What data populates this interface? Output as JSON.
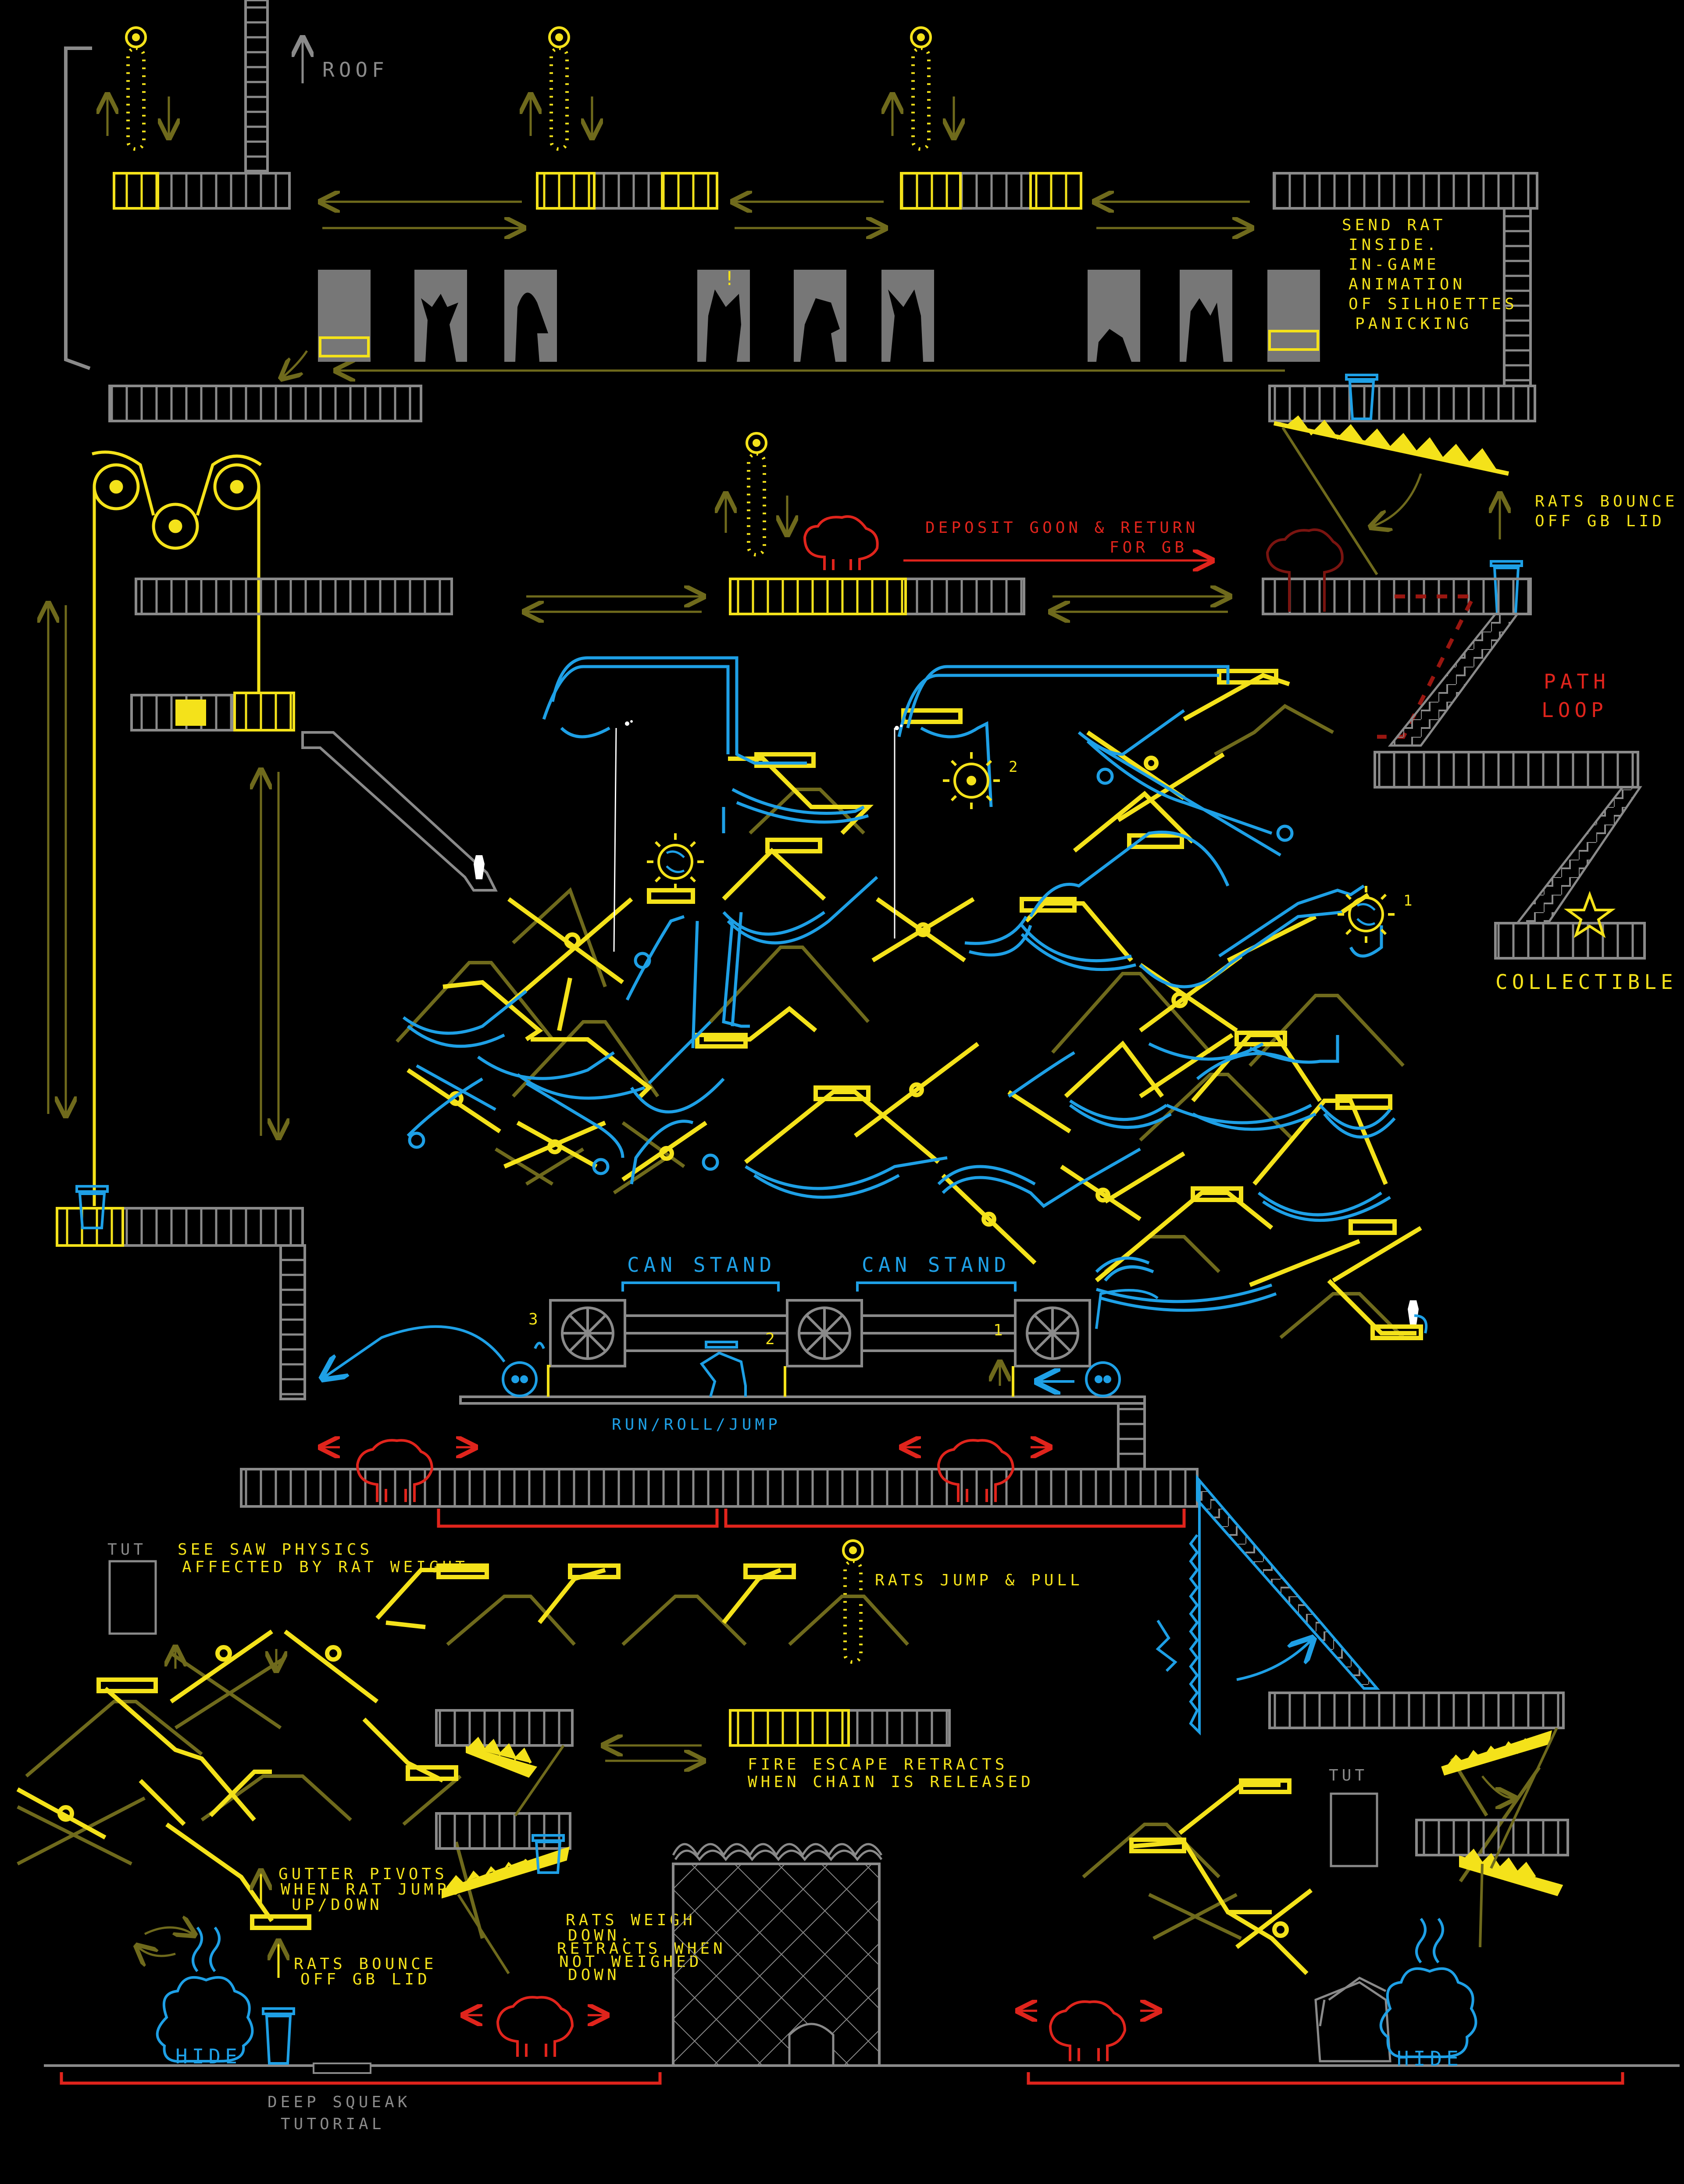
{
  "palette": {
    "background": "#000000",
    "grey_structure": "#8a8a8a",
    "yellow_platform": "#f4e21a",
    "dim_yellow": "#6f6a1c",
    "cyan_path": "#1ea0e6",
    "red_enemy": "#e0241c",
    "white": "#ffffff"
  },
  "labels": {
    "roof": "ROOF",
    "send_rat": [
      "SEND RAT",
      "INSIDE.",
      "IN-GAME",
      "ANIMATION",
      "OF SILHOETTES",
      "PANICKING"
    ],
    "deposit_goon": [
      "DEPOSIT GOON & RETURN",
      "FOR GB"
    ],
    "rats_bounce_top": [
      "RATS BOUNCE",
      "OFF GB LID"
    ],
    "path_loop": [
      "PATH",
      "LOOP"
    ],
    "collectible": "COLLECTIBLE",
    "can_stand_left": "CAN STAND",
    "can_stand_right": "CAN STAND",
    "run_roll_jump": "RUN/ROLL/JUMP",
    "saw_physics": [
      "SEE SAW PHYSICS",
      "AFFECTED BY RAT WEIGHT"
    ],
    "rats_jump_pull": "RATS JUMP & PULL",
    "fire_escape": [
      "FIRE ESCAPE RETRACTS",
      "WHEN CHAIN IS RELEASED"
    ],
    "gutter_pivots": [
      "GUTTER PIVOTS",
      "WHEN RAT JUMPS",
      "UP/DOWN"
    ],
    "rats_bounce_bottom": [
      "RATS BOUNCE",
      "OFF GB LID"
    ],
    "rats_weigh": [
      "RATS WEIGH",
      "DOWN.",
      "RETRACTS WHEN",
      "NOT WEIGHED",
      "DOWN"
    ],
    "hide_left": "HIDE",
    "hide_right": "HIDE",
    "tut_left": "TUT",
    "tut_right": "TUT",
    "deep_squeak": [
      "DEEP SQUEAK",
      "TUTORIAL"
    ],
    "fan_numbers": [
      "3",
      "2",
      "1"
    ],
    "sun_numbers": [
      "2",
      "1"
    ],
    "exclaim": "!"
  },
  "icons": [
    "fan-icon",
    "trash-can-icon",
    "sun-switch-icon",
    "rat-icon",
    "star-icon",
    "bush-icon",
    "goon-enemy-icon",
    "silhouette-icon",
    "chain-pulley-icon",
    "barbed-wire-icon"
  ]
}
